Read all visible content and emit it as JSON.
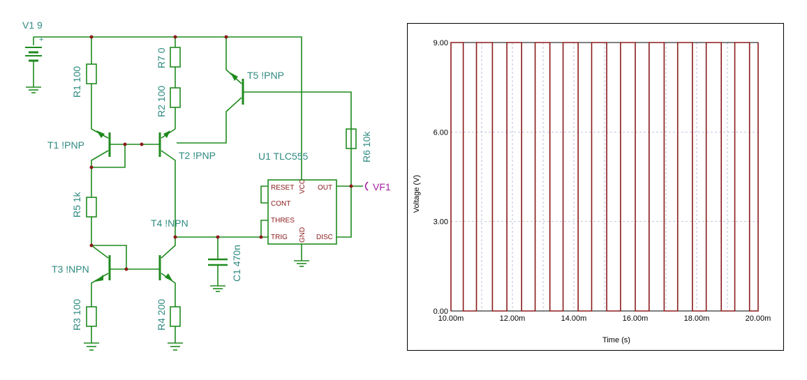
{
  "schematic": {
    "labels": {
      "v1": "V1 9",
      "v1_plus": "+",
      "r1": "R1 100",
      "r7": "R7 0",
      "r2": "R2 100",
      "t5": "T5 !PNP",
      "t1": "T1 !PNP",
      "t2": "T2 !PNP",
      "r6": "R6 10k",
      "u1": "U1 TLC555",
      "vf1": "VF1",
      "r5": "R5 1k",
      "t4": "T4 !NPN",
      "c1": "C1 470n",
      "t3": "T3 !NPN",
      "r3": "R3 100",
      "r4": "R4 200"
    },
    "ic_pins": {
      "reset": "RESET",
      "vcc": "VCC",
      "out": "OUT",
      "cont": "CONT",
      "thres": "THRES",
      "trig": "TRIG",
      "gnd": "GND",
      "disc": "DISC"
    },
    "colors": {
      "wire": "#1e8a1e",
      "label": "#2d8a80",
      "ic_pin": "#8b1a1a",
      "probe": "#a020a0",
      "junction": "#8b1a1a"
    }
  },
  "chart_data": {
    "type": "line",
    "title": "",
    "xlabel": "Time (s)",
    "ylabel": "Voltage (V)",
    "xlim": [
      10.0,
      20.0
    ],
    "ylim": [
      0.0,
      9.0
    ],
    "x_unit": "ms",
    "x_ticks": [
      10,
      12,
      14,
      16,
      18,
      20
    ],
    "x_tick_labels": [
      "10.00m",
      "12.00m",
      "14.00m",
      "16.00m",
      "18.00m",
      "20.00m"
    ],
    "y_ticks": [
      0,
      3,
      6,
      9
    ],
    "y_tick_labels": [
      "0.00",
      "3.00",
      "6.00",
      "9.00"
    ],
    "grid": true,
    "series_color": "#8b1a1a",
    "series": [
      {
        "name": "",
        "high": 9.0,
        "low": 0.0,
        "high_intervals_ms": [
          [
            10.0,
            10.4
          ],
          [
            10.83,
            11.35
          ],
          [
            11.82,
            12.3
          ],
          [
            12.74,
            13.22
          ],
          [
            13.65,
            14.14
          ],
          [
            14.58,
            15.07
          ],
          [
            15.52,
            16.0
          ],
          [
            16.45,
            16.94
          ],
          [
            17.38,
            17.86
          ],
          [
            18.31,
            18.8
          ],
          [
            19.24,
            19.72
          ],
          [
            20.0,
            20.0
          ]
        ],
        "x_end_ms": 20.0
      }
    ]
  }
}
